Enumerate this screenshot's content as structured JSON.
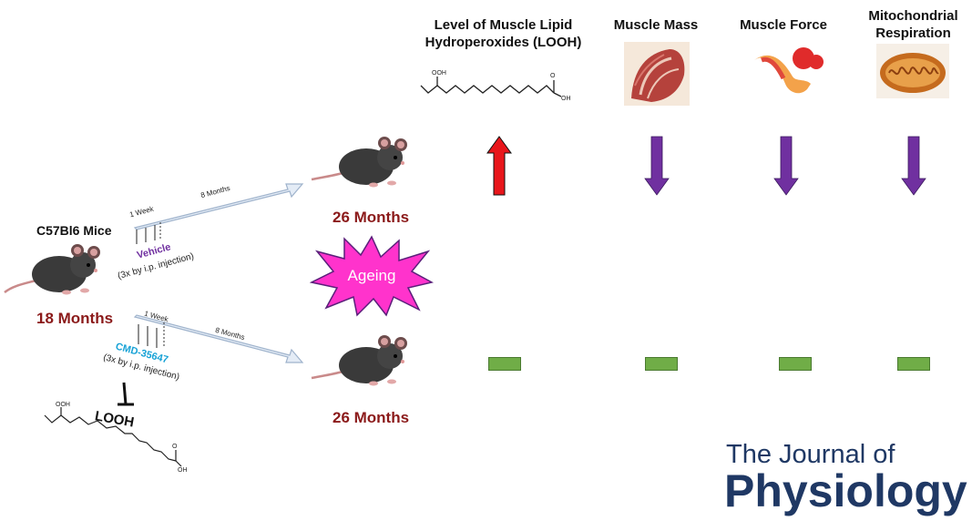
{
  "columns": {
    "looh": "Level of Muscle Lipid Hydroperoxides (LOOH)",
    "mass": "Muscle Mass",
    "force": "Muscle Force",
    "mito": "Mitochondrial Respiration"
  },
  "start": {
    "label": "C57Bl6 Mice",
    "age": "18 Months"
  },
  "arm_top": {
    "age": "26 Months",
    "week": "1 Week",
    "months": "8 Months",
    "treatment": "Vehicle",
    "injection": "(3x by i.p. injection)",
    "treatment_color": "#7030a0"
  },
  "arm_bottom": {
    "age": "26 Months",
    "week": "1 Week",
    "months": "8 Months",
    "treatment": "CMD-35647",
    "injection": "(3x by i.p. injection)",
    "treatment_color": "#17a2d6",
    "inhibits": "LOOH"
  },
  "chem": {
    "ooh": "OOH",
    "oh": "OH",
    "o": "O"
  },
  "ageing": "Ageing",
  "effects": {
    "top": [
      "up-arrow-red",
      "down-arrow-purple",
      "down-arrow-purple",
      "down-arrow-purple"
    ],
    "bottom": [
      "no-change-green",
      "no-change-green",
      "no-change-green",
      "no-change-green"
    ]
  },
  "colors": {
    "up": "#e8161b",
    "down": "#7030a0",
    "nochange": "#70ad47",
    "journal": "#1f3864",
    "age": "#8b1a1a",
    "starburst": "#ff33cc"
  },
  "journal": {
    "line1": "The Journal of",
    "line2": "Physiology"
  }
}
